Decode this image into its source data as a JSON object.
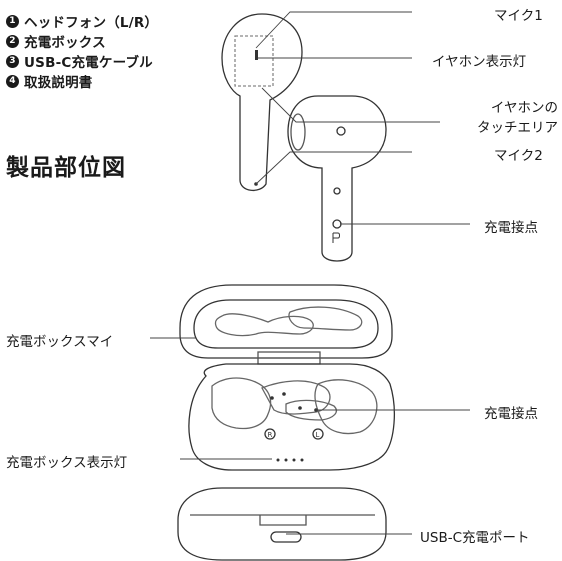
{
  "contents": [
    {
      "num": "1",
      "label": "ヘッドフォン（L/R）"
    },
    {
      "num": "2",
      "label": "充電ボックス"
    },
    {
      "num": "3",
      "label": "USB-C充電ケーブル"
    },
    {
      "num": "4",
      "label": "取扱説明書"
    }
  ],
  "section_title": "製品部位図",
  "labels": {
    "mic1": "マイク1",
    "earphone_led": "イヤホン表示灯",
    "touch_area_line1": "イヤホンの",
    "touch_area_line2": "タッチエリア",
    "mic2": "マイク2",
    "charge_contact_earbud": "充電接点",
    "case_mic": "充電ボックスマイ",
    "charge_contact_case": "充電接点",
    "case_led": "充電ボックス表示灯",
    "usb_port": "USB-C充電ポート"
  },
  "marks": {
    "right_bud": "R",
    "left_bud": "L"
  }
}
